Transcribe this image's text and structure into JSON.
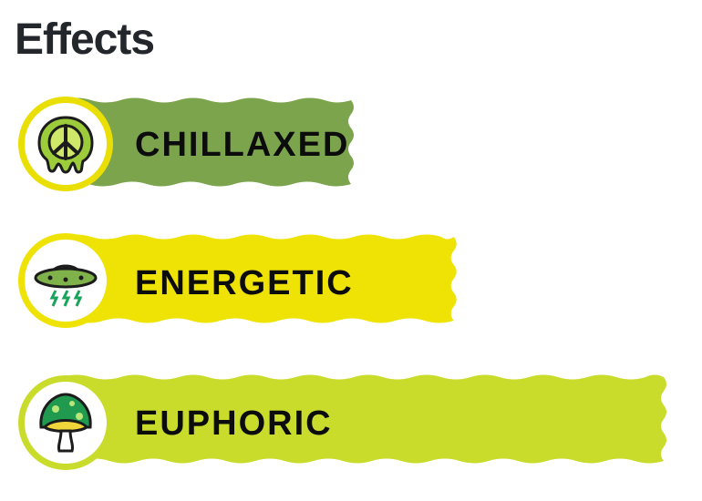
{
  "section_title": "Effects",
  "effects": [
    {
      "label": "CHILLAXED",
      "icon": "melting-peace-sign-icon",
      "color": "#7ba44d",
      "ring_color": "#eadf04",
      "strength": 0.3
    },
    {
      "label": "ENERGETIC",
      "icon": "ufo-lightning-icon",
      "color": "#efe305",
      "ring_color": "#efe305",
      "strength": 0.53
    },
    {
      "label": "EUPHORIC",
      "icon": "mushroom-icon",
      "color": "#c9dc2b",
      "ring_color": "#c9dc2b",
      "strength": 1.0
    }
  ]
}
